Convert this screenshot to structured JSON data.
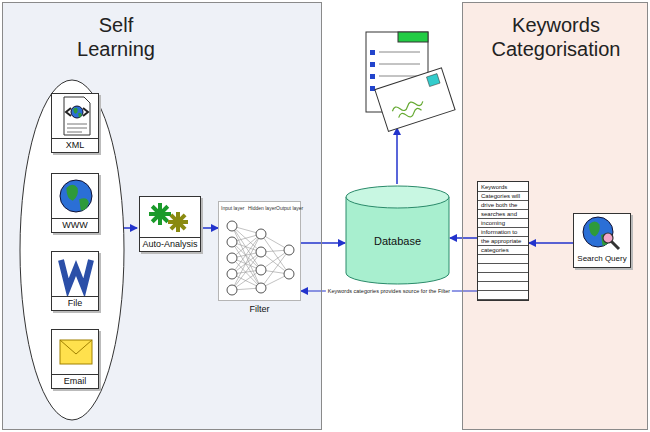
{
  "diagram": {
    "nodes": [
      {
        "text": [
          "Self Learning"
        ]
      },
      {
        "text": [
          "Keywords Categorisation"
        ]
      },
      {
        "text": [
          "XML"
        ],
        "in": 0
      },
      {
        "text": [
          "WWW"
        ],
        "in": 0
      },
      {
        "text": [
          "File"
        ],
        "in": 0
      },
      {
        "text": [
          "Email"
        ],
        "in": 0
      },
      {
        "text": [
          "Auto-Analysis"
        ],
        "in": 0
      },
      {
        "text": [
          "Filter"
        ],
        "in": 0
      },
      {
        "text": [
          "Database"
        ]
      },
      {
        "text": [
          "Keywords Categories will drive both the searches and incoming information to the appropriate categories"
        ],
        "in": 1
      },
      {
        "text": [
          "Search Query"
        ],
        "in": 1
      }
    ],
    "edges": [
      {
        "from": 6,
        "to": 7,
        "arrow": "to"
      },
      {
        "from": 7,
        "to": 8,
        "arrow": "to"
      },
      {
        "from": 9,
        "to": 8,
        "arrow": "to"
      },
      {
        "from": 10,
        "to": 9,
        "arrow": "to"
      },
      {
        "from": 9,
        "to": 7,
        "label": "Keywords categories provides source for the Filter",
        "arrow": "to"
      }
    ],
    "labels": [
      "Input layer",
      "Hidden layer",
      "Output layer"
    ]
  }
}
